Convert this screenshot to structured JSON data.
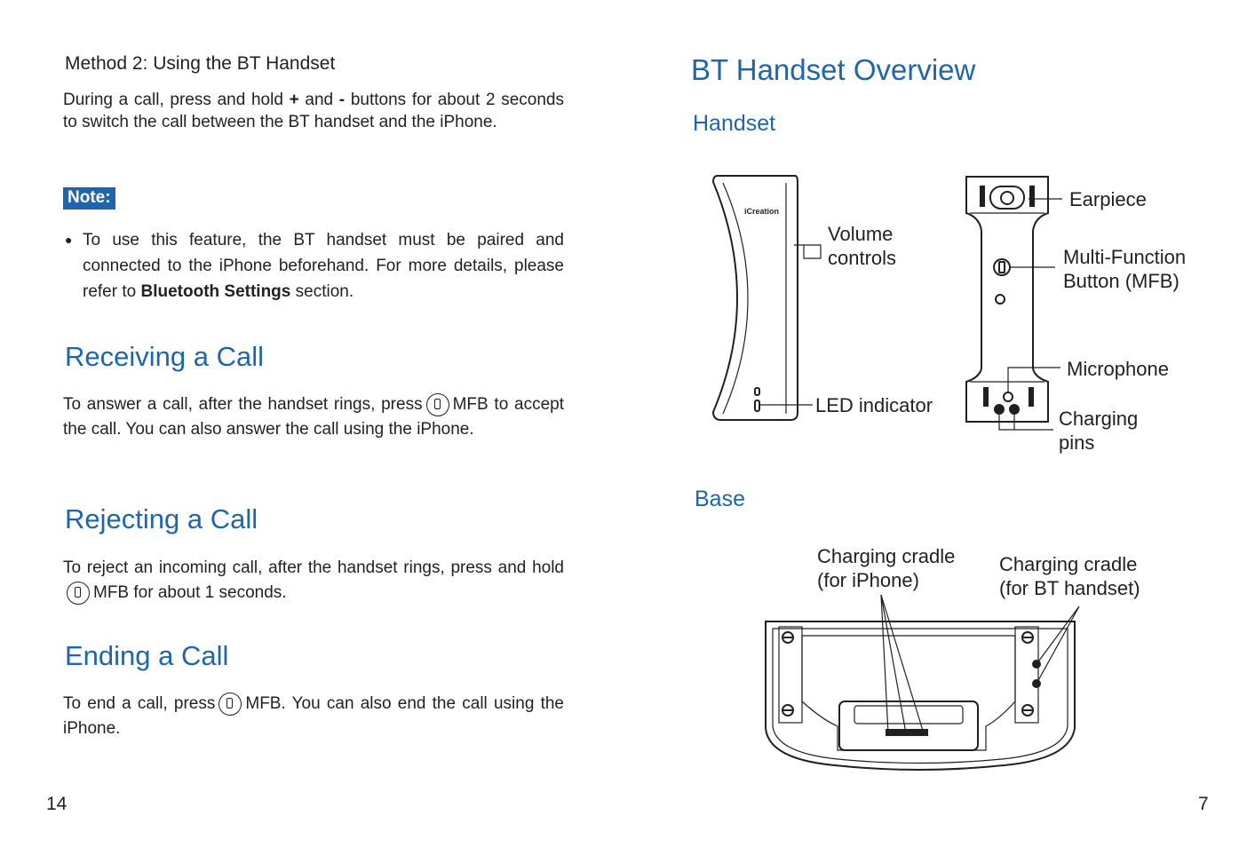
{
  "left_page": {
    "method_heading": "Method 2: Using the BT Handset",
    "method_text_a": "During a call, press and hold ",
    "method_plus": "+",
    "method_text_b": " and ",
    "method_minus": "-",
    "method_text_c": " buttons for about 2 seconds to switch the call between the BT handset and the iPhone.",
    "note_label": "Note:",
    "note_bullet": "●",
    "note_text_a": "To use this feature, the BT handset must be paired and connected to the iPhone beforehand. For more details, please refer to ",
    "note_bold": "Bluetooth Settings",
    "note_text_b": " section.",
    "receiving_heading": "Receiving a Call",
    "receiving_text_a": "To answer a call, after the handset rings, press",
    "receiving_text_b": "MFB to accept the call. You can also answer the call using the iPhone.",
    "rejecting_heading": "Rejecting a Call",
    "rejecting_text_a": "To reject an incoming call, after the handset rings, press and hold",
    "rejecting_text_b": "MFB for about 1 seconds.",
    "ending_heading": "Ending a Call",
    "ending_text_a": "To end a call, press",
    "ending_text_b": "MFB. You can also end the call using the iPhone.",
    "page_number": "14"
  },
  "right_page": {
    "title": "BT Handset Overview",
    "handset_heading": "Handset",
    "brand_logo": "iCreation",
    "labels": {
      "volume_1": "Volume",
      "volume_2": "controls",
      "led": "LED indicator",
      "earpiece": "Earpiece",
      "mfb_1": "Multi-Function",
      "mfb_2": "Button (MFB)",
      "microphone": "Microphone",
      "charging_pins_1": "Charging",
      "charging_pins_2": "pins"
    },
    "base_heading": "Base",
    "base_labels": {
      "cradle_iphone_1": "Charging cradle",
      "cradle_iphone_2": "(for iPhone)",
      "cradle_bt_1": "Charging cradle",
      "cradle_bt_2": "(for BT handset)"
    },
    "page_number": "7"
  },
  "icons": [
    "mfb-button-icon",
    "handset-side-illustration",
    "handset-front-illustration",
    "base-illustration"
  ]
}
